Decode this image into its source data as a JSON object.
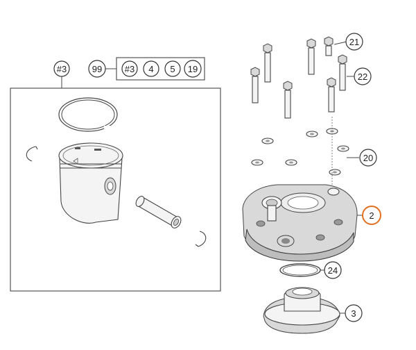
{
  "kit_callout": {
    "label": "#3"
  },
  "kit_group": {
    "total": "99",
    "items": [
      "#3",
      "4",
      "5",
      "19"
    ]
  },
  "callouts": {
    "c21": "21",
    "c22": "22",
    "c20": "20",
    "c2": "2",
    "c24": "24",
    "c3": "3"
  },
  "colors": {
    "highlight": "#e07020",
    "line": "#444444"
  }
}
